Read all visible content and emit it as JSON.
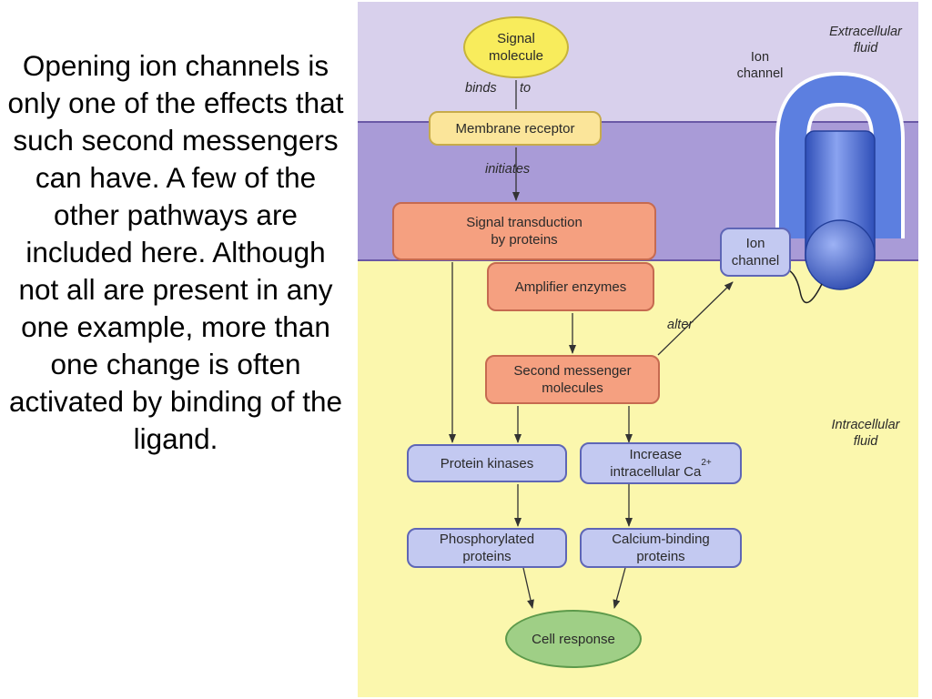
{
  "slide_text": "Opening ion channels is only one of the effects that such second messengers can have. A few of the other pathways are included here. Although not all are present in any one example, more than one change is often activated by binding of the ligand.",
  "diagram": {
    "regions": {
      "extracellular": "Extracellular\nfluid",
      "intracellular": "Intracellular\nfluid"
    },
    "nodes": {
      "signal_molecule": "Signal\nmolecule",
      "membrane_receptor": "Membrane receptor",
      "signal_transduction": "Signal transduction\nby proteins",
      "amplifier_enzymes": "Amplifier enzymes",
      "second_messenger": "Second messenger\nmolecules",
      "ion_channel_box": "Ion\nchannel",
      "protein_kinases": "Protein kinases",
      "increase_ca_main": "Increase\nintracellular Ca",
      "increase_ca_sup": "2+",
      "phosphorylated_proteins": "Phosphorylated\nproteins",
      "calcium_binding_proteins": "Calcium-binding\nproteins",
      "cell_response": "Cell response"
    },
    "edge_labels": {
      "binds": "binds",
      "to": "to",
      "initiates": "initiates",
      "alter": "alter"
    },
    "ion_channel_label": "Ion\nchannel",
    "colors": {
      "extracellular_band": "#d8d0ec",
      "membrane_band": "#a99bd7",
      "intracellular_band": "#fbf7ad",
      "signal_node": "#f8ec5c",
      "receptor_node": "#fbe59a",
      "transduction_node": "#f5a080",
      "effector_node": "#c3c9f1",
      "response_node": "#9fcf86",
      "channel_protein": "#4f6fd6"
    }
  }
}
